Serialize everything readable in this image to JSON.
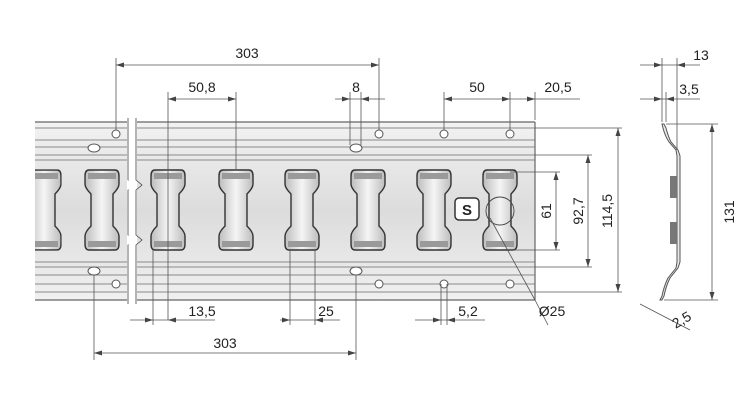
{
  "dimensions": {
    "top_span": "303",
    "slot_width": "50,8",
    "small_gap": "8",
    "hole_pitch": "50",
    "end_offset": "20,5",
    "slot_inner_height": "61",
    "slot_outer_height": "92,7",
    "rail_width": "114,5",
    "bottom_gap_left": "13,5",
    "bottom_slot_neck": "25",
    "hole_diameter": "5,2",
    "bottom_span": "303",
    "circle_diameter": "Ø25",
    "profile_top_flange": "13",
    "profile_offset": "3,5",
    "profile_height": "131",
    "thickness": "2,5"
  },
  "logo_text": "S"
}
